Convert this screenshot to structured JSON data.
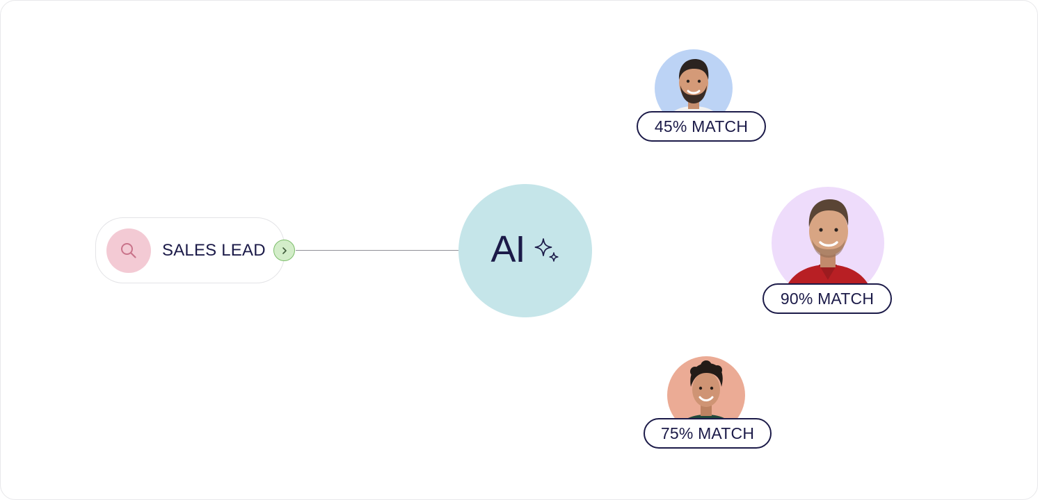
{
  "lead": {
    "label": "SALES LEAD",
    "icon": "search-icon",
    "icon_bg": "#f3cad4",
    "icon_color": "#c9738a",
    "arrow_icon": "chevron-right-icon",
    "arrow_bg": "#d3edc9"
  },
  "hub": {
    "label": "AI",
    "icon": "sparkle-icon",
    "bg": "#c5e5e9"
  },
  "candidates": [
    {
      "match_label": "45% MATCH",
      "avatar_bg": "#bcd3f5",
      "shirt_color": "#f2f2f2"
    },
    {
      "match_label": "90% MATCH",
      "avatar_bg": "#eedcfb",
      "shirt_color": "#b81f24"
    },
    {
      "match_label": "75% MATCH",
      "avatar_bg": "#ebab95",
      "shirt_color": "#214a3c"
    }
  ],
  "colors": {
    "text": "#1b1a48",
    "border": "#e3e3e6",
    "connector": "#8f8f96"
  }
}
